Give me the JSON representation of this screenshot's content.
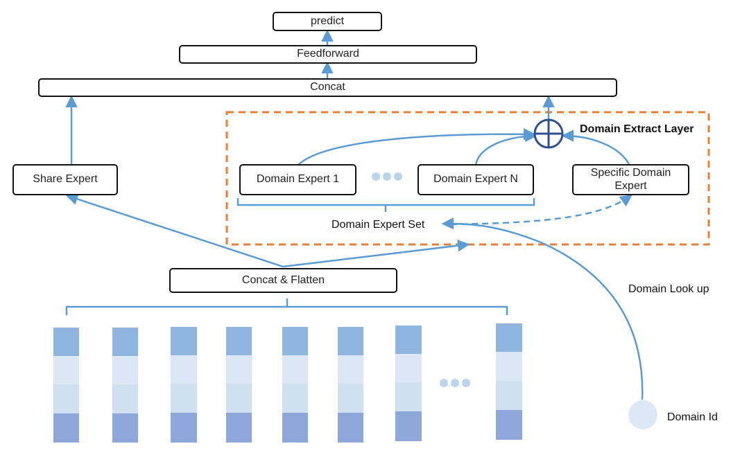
{
  "nodes": {
    "predict": "predict",
    "feedforward": "Feedforward",
    "concat": "Concat",
    "share_expert": "Share Expert",
    "domain_expert_1": "Domain Expert 1",
    "domain_expert_n": "Domain Expert N",
    "specific_domain_expert": "Specific Domain Expert",
    "concat_flatten": "Concat & Flatten"
  },
  "labels": {
    "domain_extract_layer": "Domain Extract Layer",
    "domain_expert_set": "Domain Expert Set",
    "domain_look_up": "Domain Look up",
    "domain_id": "Domain Id"
  },
  "colors": {
    "arrow": "#5b9bd5",
    "dashed_border": "#ed7d31",
    "embedding_top": "#8fb4de",
    "embedding_mid1": "#dbe7f4",
    "embedding_mid2": "#cfe0f1",
    "embedding_bottom": "#8ea7da",
    "domain_id_circle": "#dce8f5"
  }
}
